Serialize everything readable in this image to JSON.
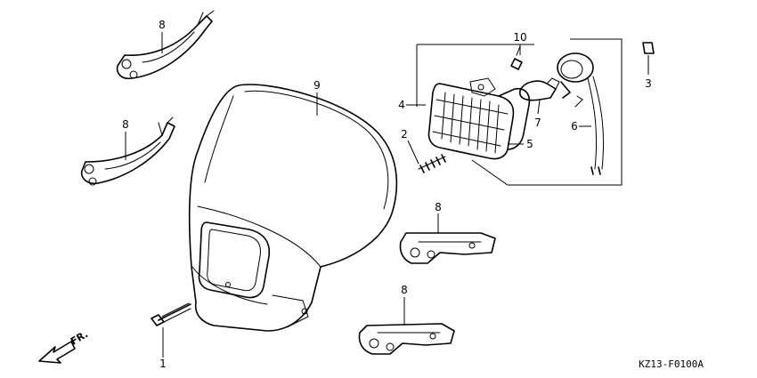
{
  "callouts": {
    "p1": "1",
    "p2": "2",
    "p3": "3",
    "p4": "4",
    "p5": "5",
    "p6": "6",
    "p7": "7",
    "p8a": "8",
    "p8b": "8",
    "p8c": "8",
    "p8d": "8",
    "p9": "9",
    "p10": "10"
  },
  "direction_label": "FR.",
  "reference_code": "KZ13-F0100A"
}
